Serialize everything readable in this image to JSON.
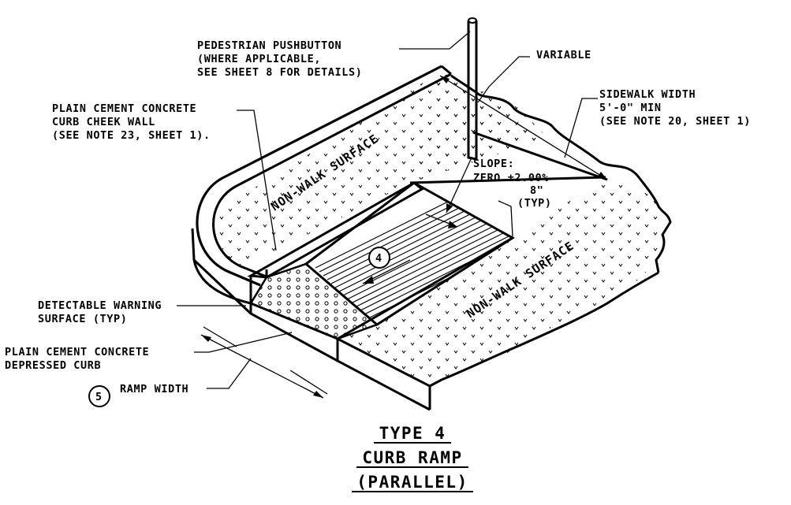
{
  "colors": {
    "line": "#000000",
    "background": "#ffffff"
  },
  "labels": {
    "pushbutton": [
      "PEDESTRIAN PUSHBUTTON",
      "(WHERE APPLICABLE,",
      "SEE SHEET 8 FOR DETAILS)"
    ],
    "variable": "VARIABLE",
    "sidewalk_width": [
      "SIDEWALK WIDTH",
      "5'-0\" MIN",
      "(SEE NOTE 20, SHEET 1)"
    ],
    "cheek_wall": [
      "PLAIN CEMENT CONCRETE",
      "CURB CHEEK WALL",
      "(SEE NOTE 23, SHEET 1)."
    ],
    "slope": [
      "SLOPE:",
      "ZERO ±2.00%"
    ],
    "height": [
      "8\"",
      "(TYP)"
    ],
    "non_walk_upper": "NON-WALK SURFACE",
    "non_walk_lower": "NON-WALK SURFACE",
    "detectable": [
      "DETECTABLE WARNING",
      "SURFACE (TYP)"
    ],
    "depressed_curb": [
      "PLAIN CEMENT CONCRETE",
      "DEPRESSED CURB"
    ],
    "ramp_width": "RAMP WIDTH",
    "note_ramp": "4",
    "note_width": "5"
  },
  "title": {
    "line1": "TYPE 4",
    "line2": "CURB RAMP",
    "line3": "(PARALLEL)"
  }
}
